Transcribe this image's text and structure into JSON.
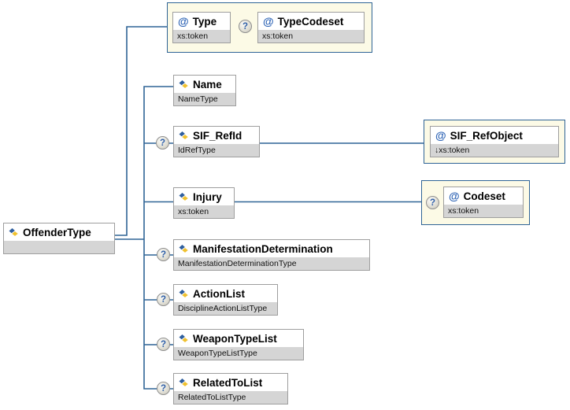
{
  "markers": {
    "optional": "?",
    "attribute": "@"
  },
  "root": {
    "label": "OffenderType"
  },
  "children": {
    "type": {
      "label": "Type",
      "datatype": "xs:token"
    },
    "type_codeset": {
      "label": "TypeCodeset",
      "datatype": "xs:token"
    },
    "name": {
      "label": "Name",
      "datatype": "NameType"
    },
    "sif_ref_id": {
      "label": "SIF_RefId",
      "datatype": "IdRefType"
    },
    "sif_ref_object": {
      "label": "SIF_RefObject",
      "datatype": "↓xs:token"
    },
    "injury": {
      "label": "Injury",
      "datatype": "xs:token"
    },
    "codeset": {
      "label": "Codeset",
      "datatype": "xs:token"
    },
    "manifestation_determination": {
      "label": "ManifestationDetermination",
      "datatype": "ManifestationDeterminationType"
    },
    "action_list": {
      "label": "ActionList",
      "datatype": "DisciplineActionListType"
    },
    "weapon_type_list": {
      "label": "WeaponTypeList",
      "datatype": "WeaponTypeListType"
    },
    "related_to_list": {
      "label": "RelatedToList",
      "datatype": "RelatedToListType"
    }
  },
  "colors": {
    "connector": "#2F6496",
    "group_fill": "#FCFAE6",
    "group_border": "#2F6496",
    "node_border": "#9E9E9E",
    "node_subtitle_bg": "#D5D5D5",
    "attribute_marker": "#2E64B5",
    "optional_badge_text": "#3060A8",
    "icon_blue": "#2E5E9E",
    "icon_gold": "#F0C12E"
  }
}
